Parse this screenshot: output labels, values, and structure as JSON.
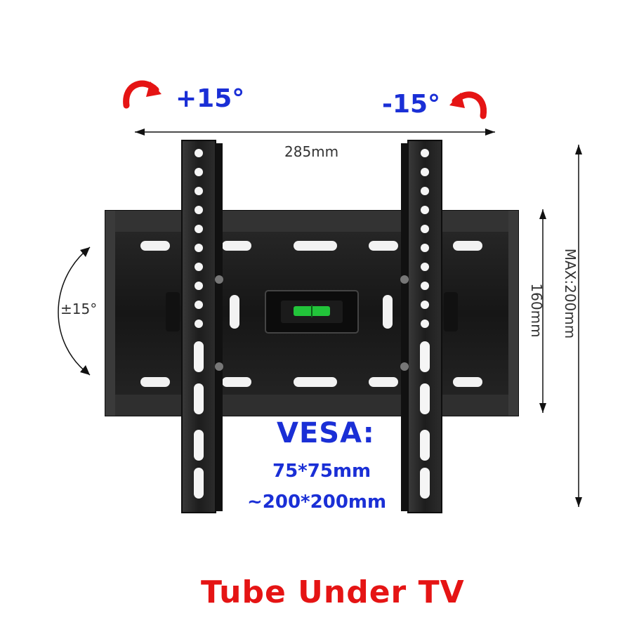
{
  "tilt": {
    "left": "+15°",
    "right": "-15°"
  },
  "swivel": "±15°",
  "dimensions": {
    "width": "285mm",
    "height_160": "160mm",
    "height_max": "MAX:200mm"
  },
  "vesa": {
    "title": "VESA:",
    "min": "75*75mm",
    "max": "~200*200mm"
  },
  "footer": "Tube Under TV",
  "colors": {
    "arrow_red": "#e51414",
    "label_blue": "#1a2fd6",
    "bracket": "#1c1c1c"
  }
}
